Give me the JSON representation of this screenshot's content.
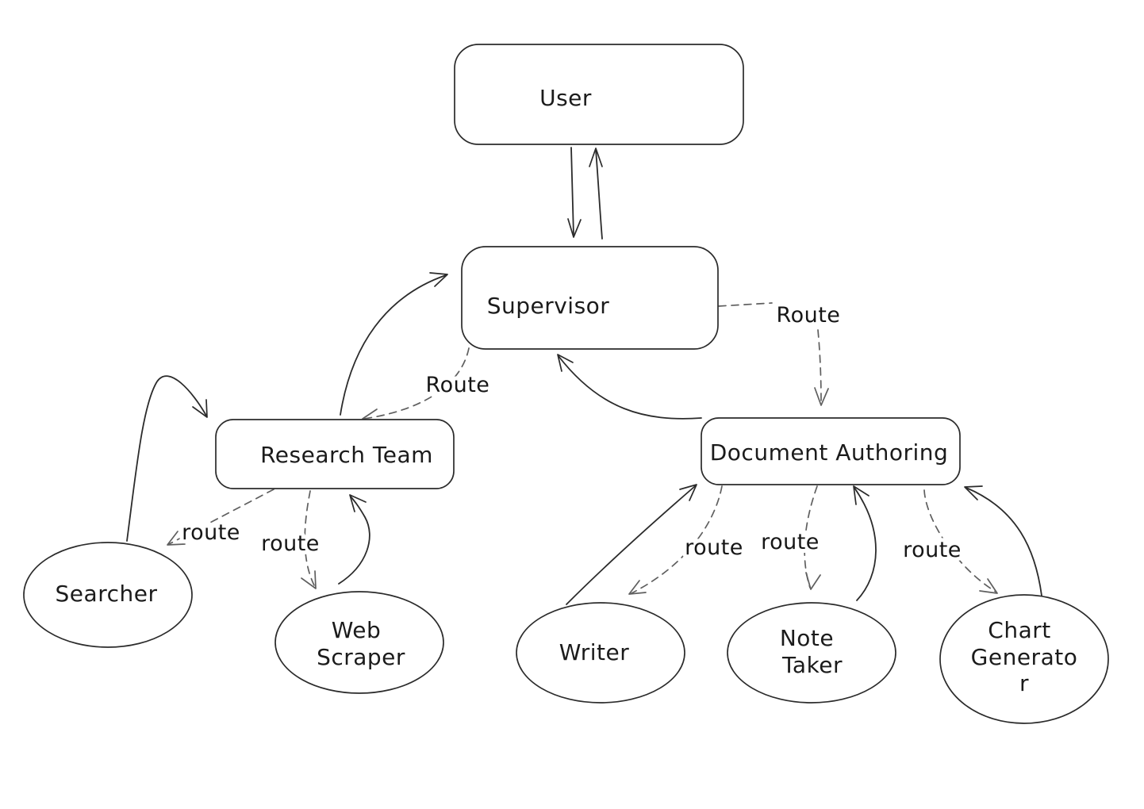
{
  "diagram": {
    "type": "flowchart",
    "style": "hand-drawn",
    "colors": {
      "background": "#ffffff",
      "ink": "#2b2b2b",
      "dashed": "#5f5f5f",
      "text": "#1b1b1b"
    },
    "nodes": {
      "user": {
        "shape": "rectangle",
        "label": "User"
      },
      "supervisor": {
        "shape": "rectangle",
        "label": "Supervisor"
      },
      "research_team": {
        "shape": "rectangle",
        "label": "Research Team"
      },
      "document_authoring": {
        "shape": "rectangle",
        "label": "Document Authoring"
      },
      "searcher": {
        "shape": "ellipse",
        "label": "Searcher"
      },
      "web_scraper": {
        "shape": "ellipse",
        "lines": [
          "Web",
          "Scraper"
        ]
      },
      "writer": {
        "shape": "ellipse",
        "label": "Writer"
      },
      "note_taker": {
        "shape": "ellipse",
        "lines": [
          "Note",
          "Taker"
        ]
      },
      "chart_generator": {
        "shape": "ellipse",
        "lines": [
          "Chart",
          "Generato",
          "r"
        ]
      }
    },
    "edges": {
      "user_to_supervisor": {
        "from": "User",
        "to": "Supervisor",
        "style": "solid",
        "label": ""
      },
      "supervisor_to_user": {
        "from": "Supervisor",
        "to": "User",
        "style": "solid",
        "label": ""
      },
      "research_team_to_supervisor": {
        "from": "Research Team",
        "to": "Supervisor",
        "style": "solid",
        "label": ""
      },
      "document_authoring_to_supervisor": {
        "from": "Document Authoring",
        "to": "Supervisor",
        "style": "solid",
        "label": ""
      },
      "searcher_to_research_team": {
        "from": "Searcher",
        "to": "Research Team",
        "style": "solid",
        "label": ""
      },
      "web_scraper_to_research_team": {
        "from": "Web Scraper",
        "to": "Research Team",
        "style": "solid",
        "label": ""
      },
      "writer_to_document_authoring": {
        "from": "Writer",
        "to": "Document Authoring",
        "style": "solid",
        "label": ""
      },
      "note_taker_to_document_authoring": {
        "from": "Note Taker",
        "to": "Document Authoring",
        "style": "solid",
        "label": ""
      },
      "chart_generator_to_document_authoring": {
        "from": "Chart Generator",
        "to": "Document Authoring",
        "style": "solid",
        "label": ""
      },
      "supervisor_route_research_team": {
        "from": "Supervisor",
        "to": "Research Team",
        "style": "dashed",
        "label": "Route"
      },
      "supervisor_route_document_authoring": {
        "from": "Supervisor",
        "to": "Document Authoring",
        "style": "dashed",
        "label": "Route"
      },
      "research_route_searcher": {
        "from": "Research Team",
        "to": "Searcher",
        "style": "dashed",
        "label": "route"
      },
      "research_route_web_scraper": {
        "from": "Research Team",
        "to": "Web Scraper",
        "style": "dashed",
        "label": "route"
      },
      "docs_route_writer": {
        "from": "Document Authoring",
        "to": "Writer",
        "style": "dashed",
        "label": "route"
      },
      "docs_route_note_taker": {
        "from": "Document Authoring",
        "to": "Note Taker",
        "style": "dashed",
        "label": "route"
      },
      "docs_route_chart_generator": {
        "from": "Document Authoring",
        "to": "Chart Generator",
        "style": "dashed",
        "label": "route"
      }
    }
  }
}
